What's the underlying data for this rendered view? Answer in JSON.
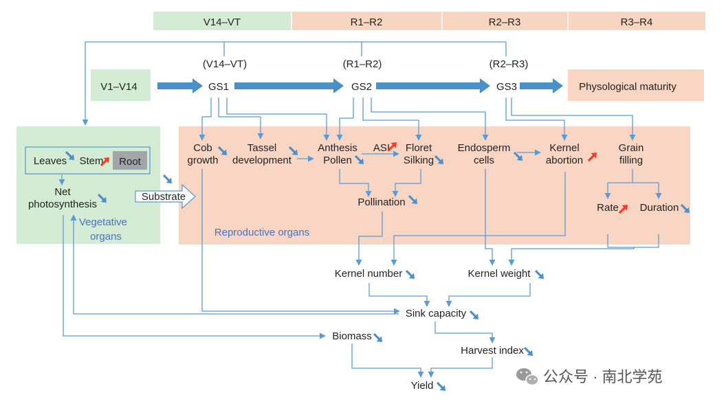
{
  "stage_bar": [
    "V14–VT",
    "R1–R2",
    "R2–R3",
    "R3–R4"
  ],
  "stage_paren": [
    "(V14–VT)",
    "(R1–R2)",
    "(R2–R3)"
  ],
  "top_row": {
    "start": "V1–V14",
    "gs1": "GS1",
    "gs2": "GS2",
    "gs3": "GS3",
    "end": "Physological maturity"
  },
  "vegetative": {
    "leaves": "Leaves",
    "stem": "Stem",
    "root": "Root",
    "net": [
      "Net",
      "photosynthesis"
    ],
    "label": [
      "Vegetative",
      "organs"
    ]
  },
  "substrate": "Substrate",
  "reproductive": {
    "label": "Reproductive organs",
    "cob": [
      "Cob",
      "growth"
    ],
    "tassel": [
      "Tassel",
      "development"
    ],
    "anthesis": [
      "Anthesis",
      "Pollen"
    ],
    "asi": "ASI",
    "floret": [
      "Floret",
      "Silking"
    ],
    "pollination": "Pollination",
    "endosperm": [
      "Endosperm",
      "cells"
    ],
    "kernel_abortion": [
      "Kernel",
      "abortion"
    ],
    "grain_filling": [
      "Grain",
      "filling"
    ],
    "rate": "Rate",
    "duration": "Duration"
  },
  "outputs": {
    "kernel_number": "Kernel number",
    "kernel_weight": "Kernel weight",
    "sink_capacity": "Sink capacity",
    "biomass": "Biomass",
    "harvest_index": "Harvest index",
    "yield": "Yield"
  },
  "watermark": "公众号 · 南北学苑",
  "colors": {
    "green_panel": "#d5ecd4",
    "orange_panel": "#f9d6c3",
    "stage_orange": "#f8d5c0",
    "line_blue": "#5b9bd5",
    "label_blue": "#4472c4",
    "up_red": "#ff3b1f",
    "root_gray": "#a0a6aa"
  },
  "icons": {
    "decrease": "down-arrow-icon",
    "increase": "up-arrow-icon"
  }
}
